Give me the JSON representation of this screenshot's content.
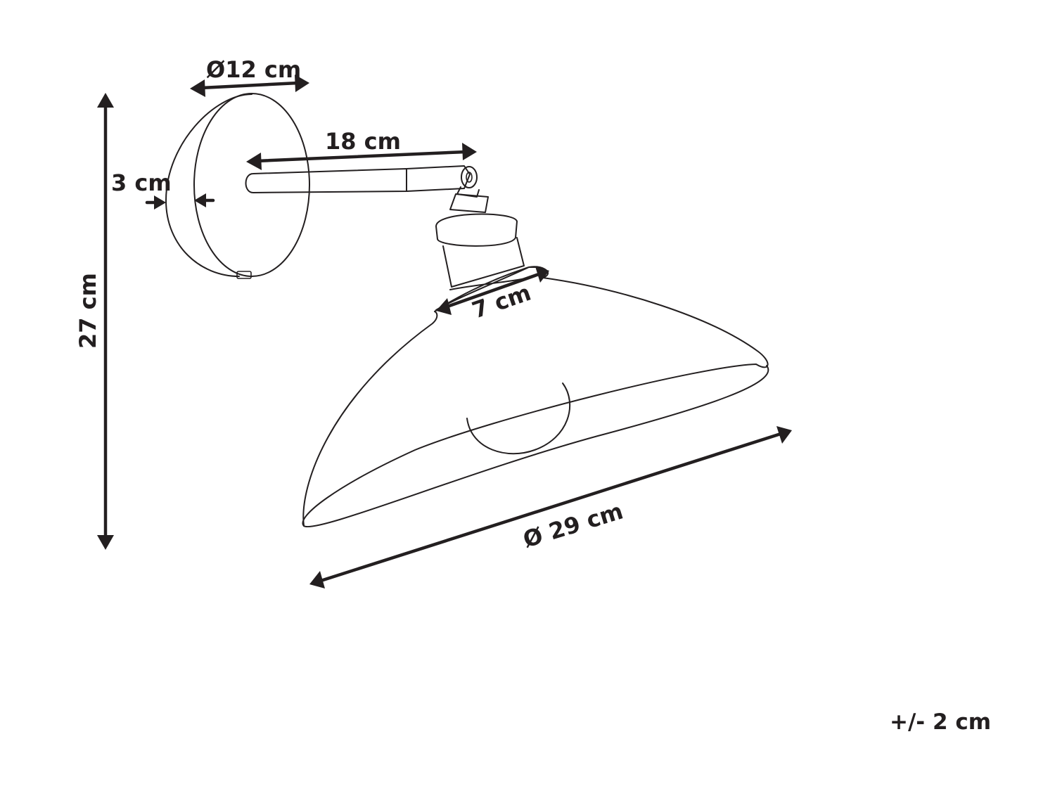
{
  "dimensions": {
    "plate_diameter": "Ø12 cm",
    "arm_length": "18 cm",
    "plate_depth": "3 cm",
    "total_height": "27 cm",
    "socket_width": "7 cm",
    "shade_diameter": "Ø 29 cm",
    "tolerance": "+/- 2 cm"
  },
  "colors": {
    "ink": "#231f20",
    "background": "#ffffff"
  }
}
